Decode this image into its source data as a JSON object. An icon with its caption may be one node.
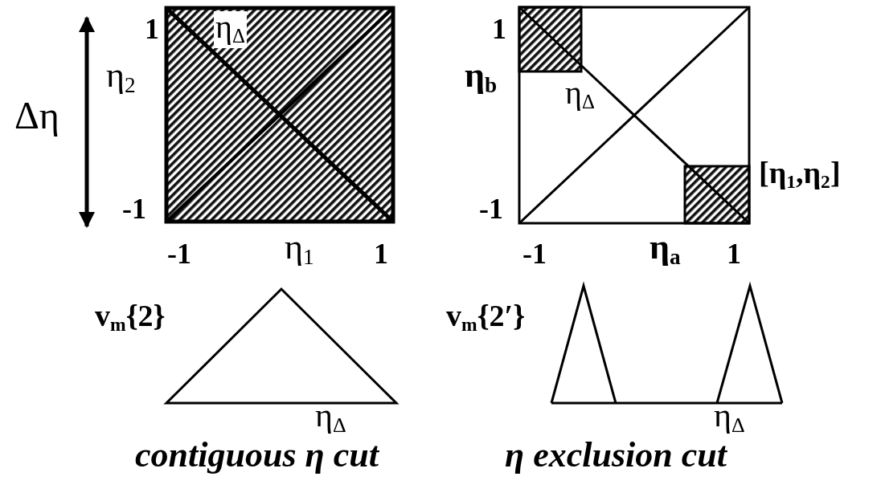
{
  "diagram": {
    "labels": [
      "1",
      "η$_{Δ}$",
      "η$_{2}$",
      "Δη",
      "-1",
      "-1",
      "η$_{1}$",
      "1",
      "1",
      "η$_{b}$",
      "η$_{Δ}$",
      "[η$_{1}$,η$_{2}$]",
      "-1",
      "-1",
      "η$_{a}$",
      "1",
      "v$_{m}${2}",
      "η$_{Δ}$",
      "v$_{m}${2′}",
      "η$_{Δ}$",
      "contiguous η cut",
      "η exclusion cut"
    ]
  }
}
